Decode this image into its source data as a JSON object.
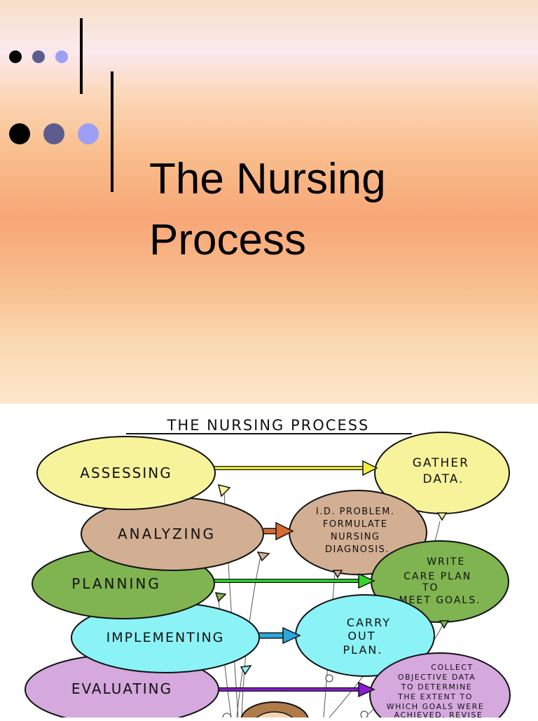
{
  "slide": {
    "title_line1": "The Nursing",
    "title_line2": "Process",
    "bullet_colors": [
      "#000000",
      "#5c5c8e",
      "#9e9ef5"
    ]
  },
  "diagram": {
    "title": "THE NURSING PROCESS",
    "steps": [
      {
        "label": "ASSESSING",
        "color": "#f7f39a",
        "arrow_color": "#f2ee3c",
        "result": [
          "GATHER",
          "DATA."
        ],
        "result_color": "#f7f39a"
      },
      {
        "label": "ANALYZING",
        "color": "#d2ae92",
        "arrow_color": "#d86a30",
        "result": [
          "I.D. PROBLEM.",
          "FORMULATE",
          "NURSING",
          "DIAGNOSIS."
        ],
        "result_color": "#d2ae92"
      },
      {
        "label": "PLANNING",
        "color": "#7fb451",
        "arrow_color": "#34d42a",
        "result": [
          "WRITE",
          "CARE PLAN",
          "TO",
          "MEET GOALS."
        ],
        "result_color": "#7fb451"
      },
      {
        "label": "IMPLEMENTING",
        "color": "#8bf2f6",
        "arrow_color": "#2aa7dd",
        "result": [
          "CARRY",
          "OUT",
          "PLAN."
        ],
        "result_color": "#8bf2f6"
      },
      {
        "label": "EVALUATING",
        "color": "#d5a8de",
        "arrow_color": "#8a1ecf",
        "result": [
          "COLLECT",
          "OBJECTIVE DATA",
          "TO DETERMINE",
          "THE EXTENT TO",
          "WHICH GOALS WERE",
          "ACHIEVED. REVISE"
        ],
        "result_color": "#d5a8de"
      }
    ]
  }
}
